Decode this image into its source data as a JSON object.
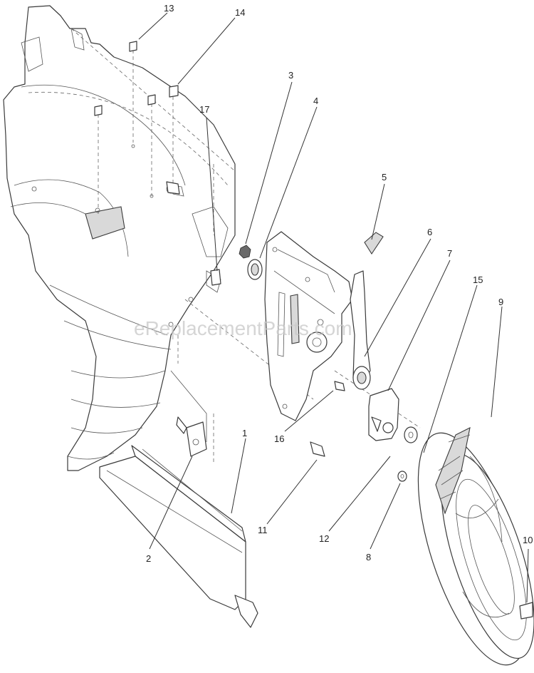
{
  "watermark": "eReplacementParts.com",
  "callouts": [
    {
      "id": "c1",
      "label": "1"
    },
    {
      "id": "c2",
      "label": "2"
    },
    {
      "id": "c3",
      "label": "3"
    },
    {
      "id": "c4",
      "label": "4"
    },
    {
      "id": "c5",
      "label": "5"
    },
    {
      "id": "c6",
      "label": "6"
    },
    {
      "id": "c7",
      "label": "7"
    },
    {
      "id": "c8",
      "label": "8"
    },
    {
      "id": "c9",
      "label": "9"
    },
    {
      "id": "c10",
      "label": "10"
    },
    {
      "id": "c11",
      "label": "11"
    },
    {
      "id": "c12",
      "label": "12"
    },
    {
      "id": "c13",
      "label": "13"
    },
    {
      "id": "c14",
      "label": "14"
    },
    {
      "id": "c15",
      "label": "15"
    },
    {
      "id": "c16",
      "label": "16"
    },
    {
      "id": "c17",
      "label": "17"
    }
  ],
  "colors": {
    "line": "#3a3a3a",
    "watermark": "#c8c8c8"
  }
}
